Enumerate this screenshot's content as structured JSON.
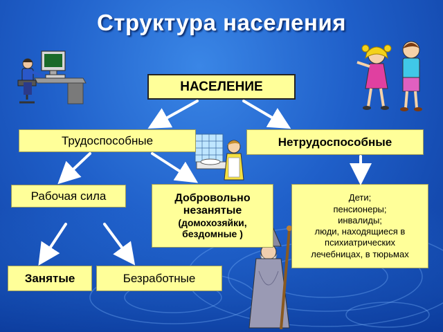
{
  "title": "Структура населения",
  "nodes": {
    "population": "НАСЕЛЕНИЕ",
    "able_bodied": "Трудоспособные",
    "not_able_bodied": "Нетрудоспособные",
    "labor_force": "Рабочая сила",
    "voluntary_unemployed": {
      "line1": "Добровольно",
      "line2": "незанятые",
      "line3": "(домохозяйки,",
      "line4": "бездомные )"
    },
    "employed": "Занятые",
    "unemployed": "Безработные",
    "non_able_list": [
      "Дети;",
      "пенсионеры;",
      "инвалиды;",
      "люди, находящиеся в",
      "психиатрических",
      "лечебницах, в тюрьмах"
    ]
  },
  "colors": {
    "box_fill": "#ffff99",
    "arrow": "#ffffff",
    "background": "#1f5fc9"
  }
}
